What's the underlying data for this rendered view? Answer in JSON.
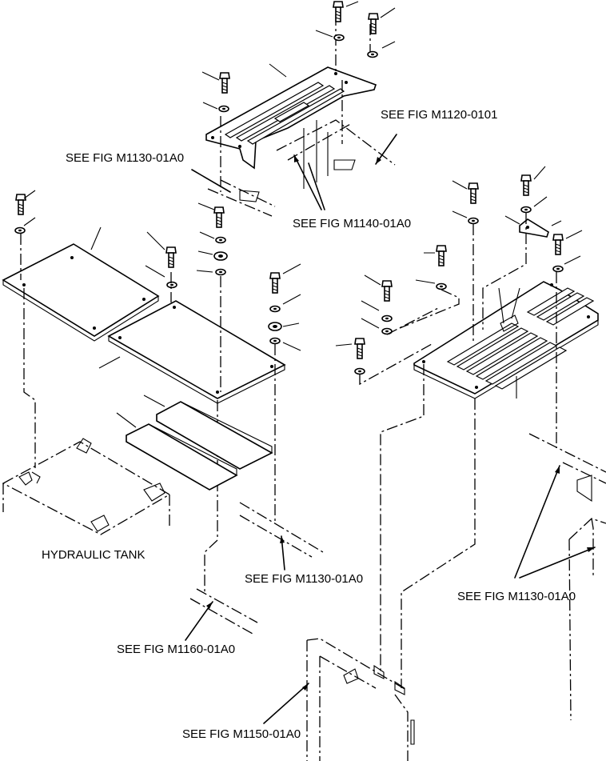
{
  "labels": {
    "fig_m1120": "SEE FIG M1120-0101",
    "fig_m1130_top": "SEE FIG M1130-01A0",
    "fig_m1140": "SEE FIG M1140-01A0",
    "hydraulic_tank": "HYDRAULIC TANK",
    "fig_m1130_mid": "SEE FIG M1130-01A0",
    "fig_m1130_right": "SEE FIG M1130-01A0",
    "fig_m1160": "SEE FIG M1160-01A0",
    "fig_m1150": "SEE FIG M1150-01A0"
  },
  "icons": [
    "bolt-icon",
    "washer-icon",
    "spacer-icon",
    "bracket-icon"
  ]
}
